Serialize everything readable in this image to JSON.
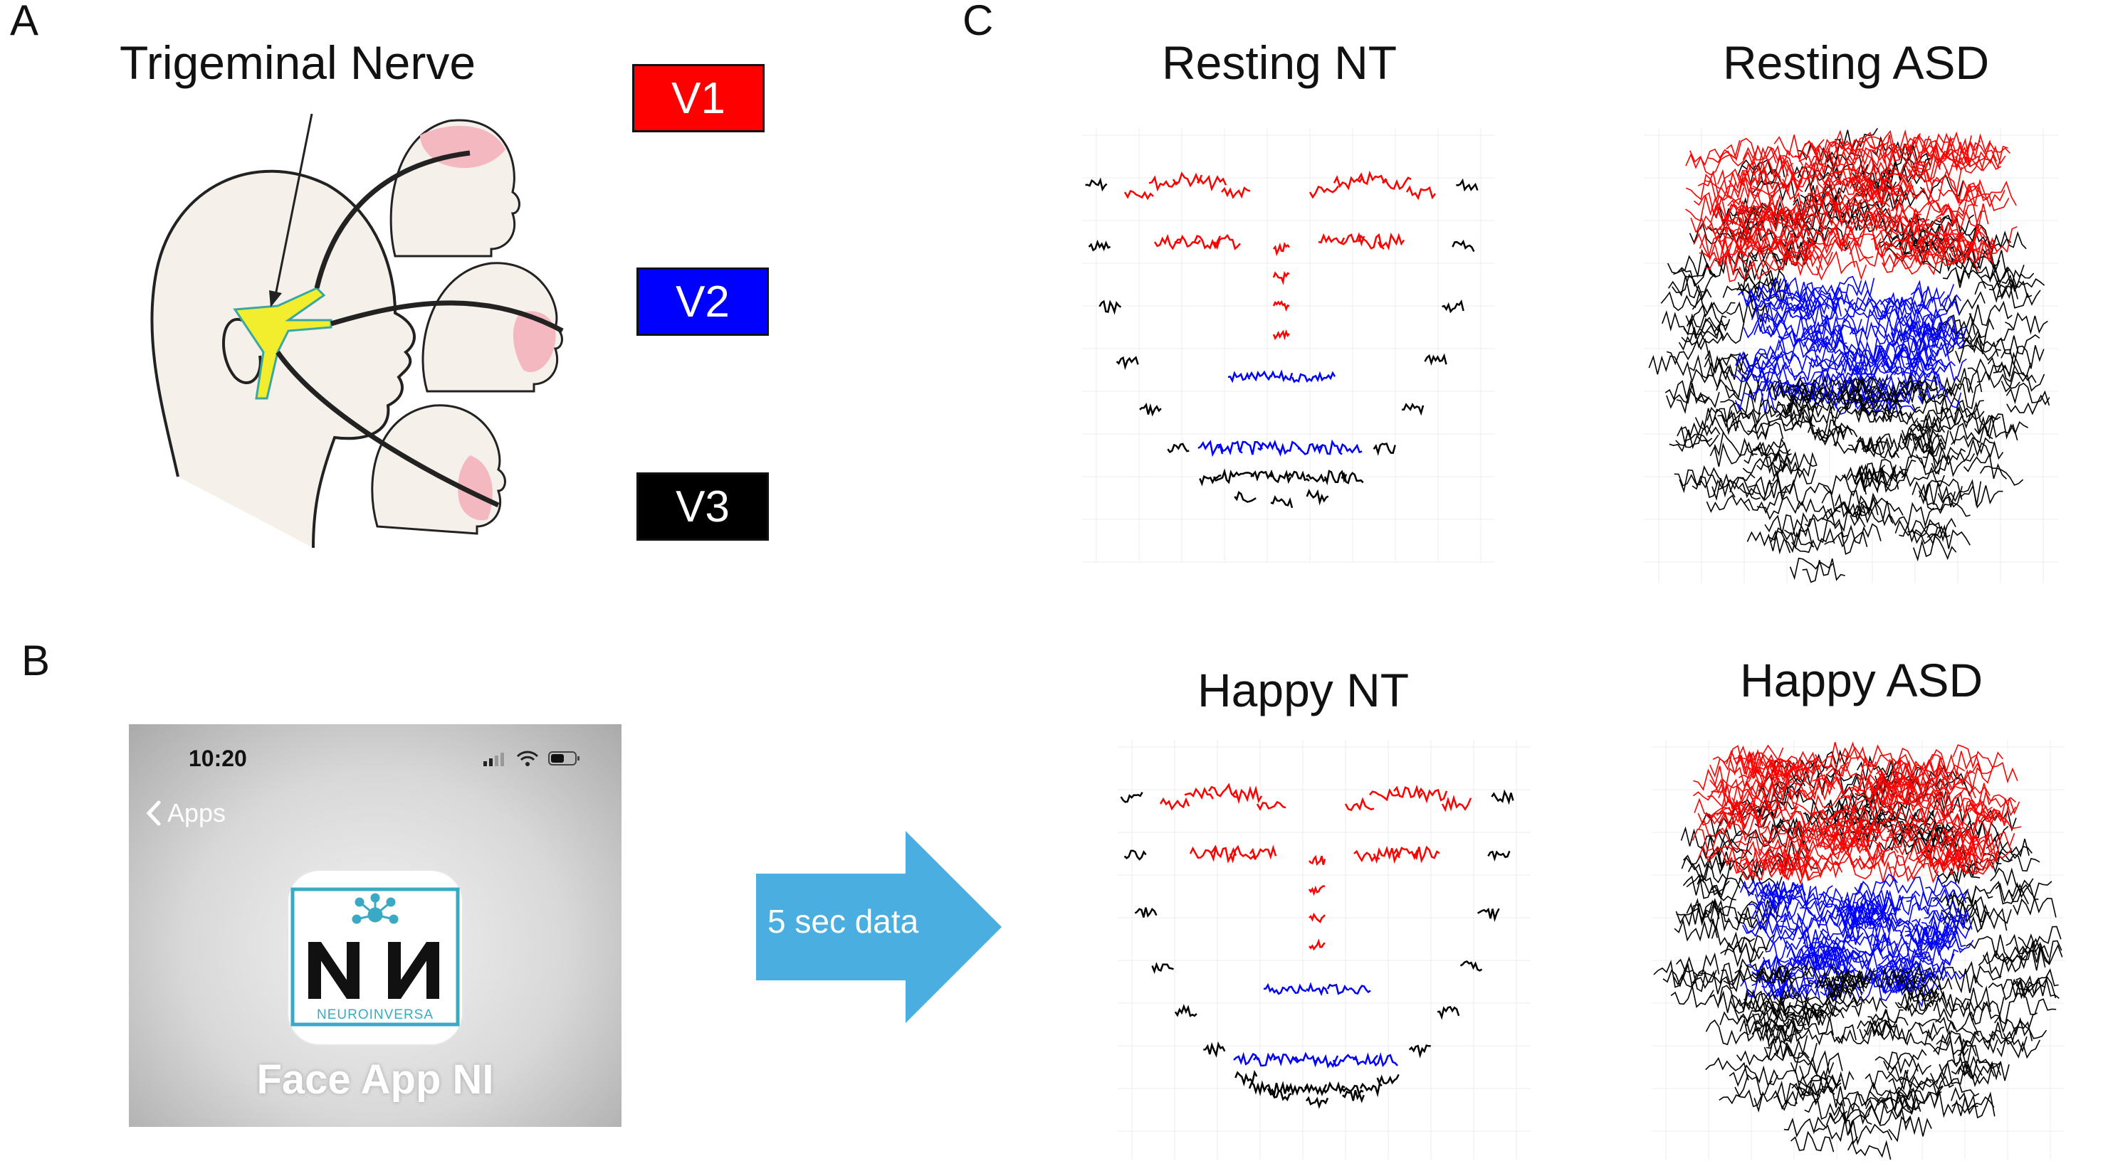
{
  "panelA": {
    "letter": "A",
    "title": "Trigeminal Nerve",
    "branches": [
      {
        "label": "V1",
        "color": "#ff0000"
      },
      {
        "label": "V2",
        "color": "#0000ff"
      },
      {
        "label": "V3",
        "color": "#000000"
      }
    ]
  },
  "panelB": {
    "letter": "B",
    "phone": {
      "time": "10:20",
      "back_label": "Apps",
      "logo_text": "NEUROINVERSA",
      "app_name": "Face App NI"
    },
    "arrow_label": "5 sec data"
  },
  "panelC": {
    "letter": "C",
    "plots": [
      {
        "title": "Resting NT"
      },
      {
        "title": "Resting ASD"
      },
      {
        "title": "Happy NT"
      },
      {
        "title": "Happy ASD"
      }
    ]
  },
  "colors": {
    "v1": "#ff0000",
    "v2": "#0000ff",
    "v3": "#000000",
    "arrow": "#4aaee0",
    "nerve": "#f2ee2e",
    "face_region": "#f4b9c0",
    "logo_teal": "#39a9c4"
  }
}
